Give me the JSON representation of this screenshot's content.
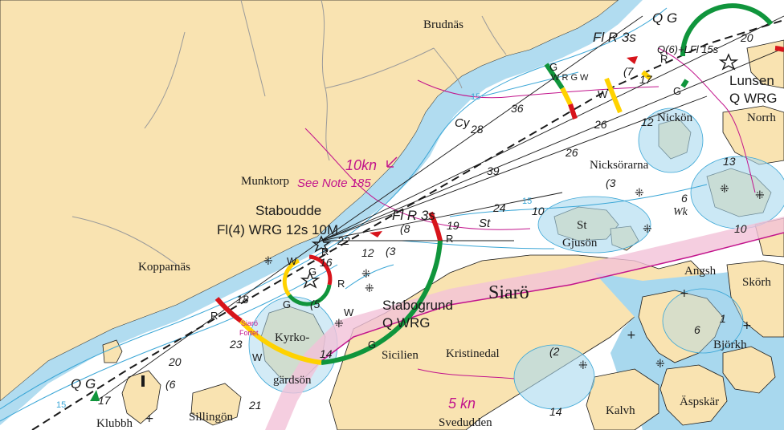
{
  "colors": {
    "land": "#f9e3b1",
    "shallow": "#a8d8ee",
    "water": "#ffffff",
    "contour": "#3aa6d6",
    "magenta": "#c2148c",
    "sector_red": "#d7141b",
    "sector_green": "#10953c",
    "sector_yellow": "#ffd200",
    "restricted": "#f3c2d8"
  },
  "places": {
    "brudnas": "Brudnäs",
    "munktorp": "Munktorp",
    "kopparnas": "Kopparnäs",
    "siaro": "Siarö",
    "kristinedal": "Kristinedal",
    "sicilien": "Sicilien",
    "kyrko": "Kyrko-",
    "gardson": "gärdsön",
    "siaro_fortet_1": "Siarö",
    "siaro_fortet_2": "Fortet",
    "klubbh": "Klubbh",
    "sillingon": "Sillingön",
    "svedudden": "Svedudden",
    "kalvh": "Kalvh",
    "aspskar": "Äspskär",
    "bjorkh": "Björkh",
    "skorh": "Skörh",
    "angsh": "Angsh",
    "gjuson": "Gjusön",
    "nickon": "Nickön",
    "norrh": "Norrh",
    "nickosorarna": "Nicksörarna",
    "st_island": "St",
    "wk": "Wk"
  },
  "lights": {
    "staboudde_name": "Staboudde",
    "staboudde_char": "Fl(4) WRG 12s  10M",
    "stabogrund_name": "Stabogrund",
    "stabogrund_char": "Q WRG",
    "lunsen_name": "Lunsen",
    "lunsen_char": "Q WRG",
    "fl_r_3s_upper": "Fl R 3s",
    "fl_r_3s_lower": "Fl R 3s",
    "q6_lfl": "Q(6)+LFl 15s",
    "q_g_top": "Q G",
    "q_g_left": "Q G"
  },
  "notes": {
    "speed_10": "10kn",
    "see_note": "See Note 185",
    "speed_5": "5 kn"
  },
  "sector_letters": {
    "w1": "W",
    "r1": "R",
    "g1": "G",
    "r2": "R",
    "w2": "W",
    "g2": "G",
    "r_big1": "R",
    "g_big": "G",
    "r_big2": "R",
    "w_big": "W",
    "w_up": "W",
    "r_up": "R",
    "g_up": "G",
    "wrgw": "W R G W",
    "g_up2": "G",
    "cy": "Cy",
    "st": "St"
  },
  "depths": {
    "d28": "28",
    "d36": "36",
    "d26a": "26",
    "d26b": "26",
    "d12a": "12",
    "d39": "39",
    "d19": "19",
    "d24": "24",
    "d10": "10",
    "d3": "(3",
    "d6": "6",
    "d8": "(8",
    "d12b": "12",
    "d3b": "(3",
    "d22": "22",
    "d16": "16",
    "d5": "(5",
    "d18": "18",
    "d23": "23",
    "d14a": "14",
    "d20": "20",
    "d6b": "(6",
    "d17": "17",
    "d21": "21",
    "d14b": "14",
    "d2b": "(2",
    "d13": "13",
    "d10b": "10",
    "d6c": "6",
    "d1": "1",
    "d7": "(7",
    "d17b": "17",
    "d20b": "20",
    "d15a": "15",
    "d15b": "15",
    "d15c": "15"
  }
}
